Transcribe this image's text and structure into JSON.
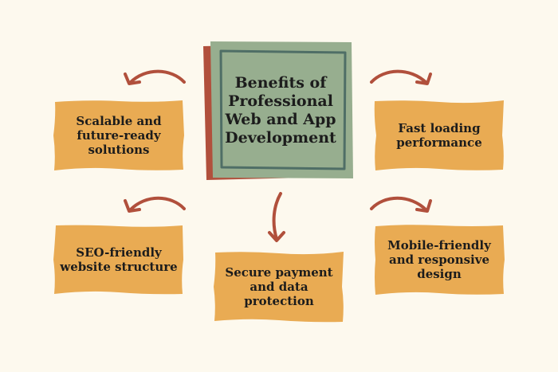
{
  "center": {
    "title": "Benefits of\nProfessional\nWeb and App\nDevelopment"
  },
  "benefits": [
    {
      "text": "Scalable and\nfuture-ready\nsolutions"
    },
    {
      "text": "Fast loading\nperformance"
    },
    {
      "text": "SEO-friendly\nwebsite structure"
    },
    {
      "text": "Secure payment\nand data\nprotection"
    },
    {
      "text": "Mobile-friendly\nand responsive\ndesign"
    }
  ],
  "colors": {
    "background": "#fdf9ee",
    "box_fill": "#e9ab53",
    "center_fill": "#97ae8f",
    "center_shadow": "#b1503c",
    "center_border": "#4f6e66",
    "arrow": "#b1503c"
  }
}
